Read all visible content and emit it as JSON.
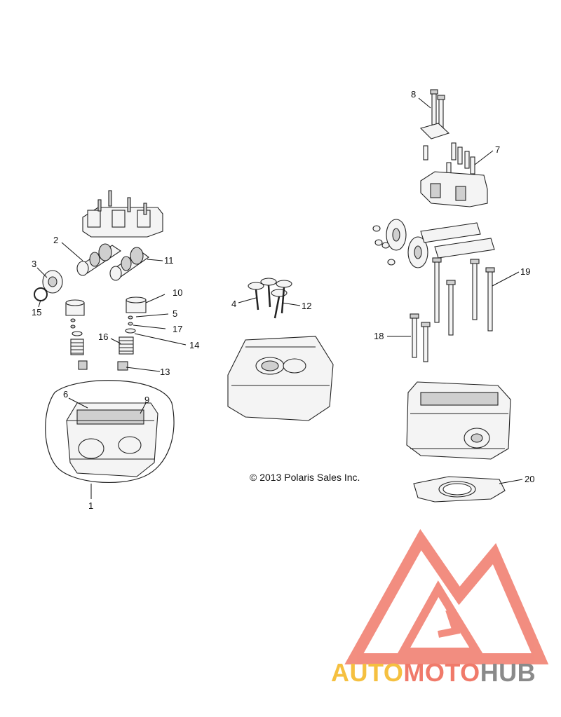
{
  "callouts": [
    {
      "label": "1"
    },
    {
      "label": "2"
    },
    {
      "label": "3"
    },
    {
      "label": "4"
    },
    {
      "label": "5"
    },
    {
      "label": "6"
    },
    {
      "label": "7"
    },
    {
      "label": "8"
    },
    {
      "label": "9"
    },
    {
      "label": "10"
    },
    {
      "label": "11"
    },
    {
      "label": "12"
    },
    {
      "label": "13"
    },
    {
      "label": "14"
    },
    {
      "label": "15"
    },
    {
      "label": "16"
    },
    {
      "label": "17"
    },
    {
      "label": "18"
    },
    {
      "label": "19"
    },
    {
      "label": "20"
    }
  ],
  "copyright": "© 2013 Polaris Sales Inc.",
  "watermark": {
    "part1": "AUTO",
    "part2": "MOTO",
    "part3": "HUB",
    "colors": {
      "auto": "#f5c040",
      "moto": "#f07a6a",
      "hub": "#8a8a8a",
      "logo": "#f07a6a"
    }
  }
}
